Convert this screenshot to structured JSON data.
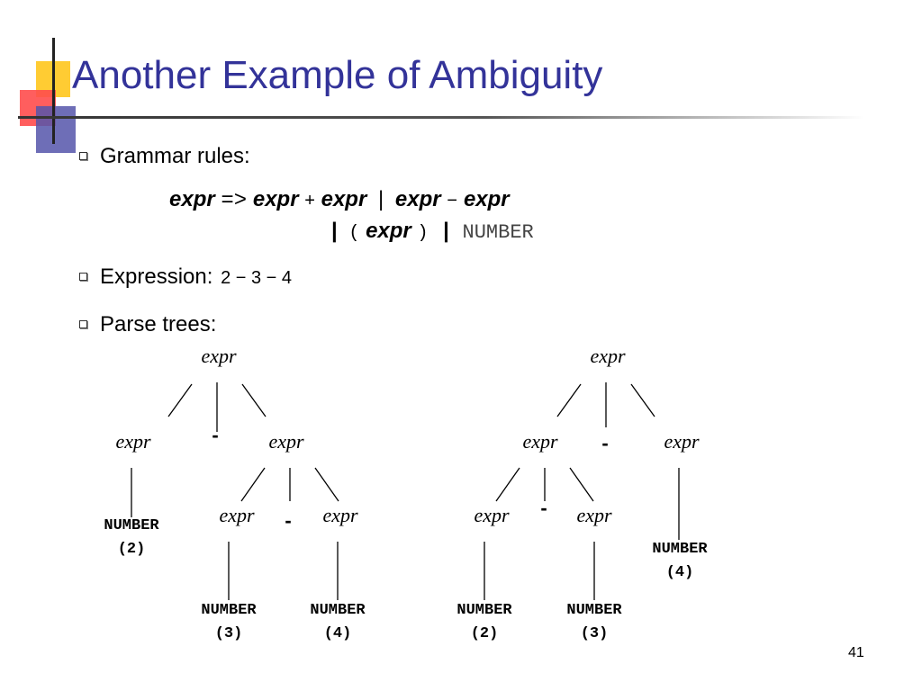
{
  "slide": {
    "title": "Another Example of Ambiguity",
    "page_number": "41"
  },
  "bullets": [
    {
      "label": "Grammar rules:"
    },
    {
      "label": "Expression:",
      "value": "2 − 3 − 4"
    },
    {
      "label": "Parse trees:"
    }
  ],
  "grammar": {
    "lhs": "expr",
    "arrow": "=>",
    "rhs1": "expr",
    "plus": "+",
    "rhs2": "expr",
    "bar1": "|",
    "rhs3": "expr",
    "minus": "−",
    "rhs4": "expr",
    "bar2": "|",
    "lparen": "(",
    "rhs5": "expr",
    "rparen": ")",
    "bar3": "|",
    "number": "NUMBER"
  },
  "colors": {
    "title": "#333399",
    "logo_yellow": "#FFCC33",
    "logo_red": "#FF3333",
    "logo_blue": "#333399"
  },
  "trees": [
    {
      "name": "left-parse-tree",
      "nodes": [
        {
          "id": "l0",
          "text": "expr",
          "kind": "expr"
        },
        {
          "id": "l1",
          "text": "expr",
          "kind": "expr"
        },
        {
          "id": "l2",
          "text": "-",
          "kind": "minus"
        },
        {
          "id": "l3",
          "text": "expr",
          "kind": "expr"
        },
        {
          "id": "l4",
          "text": "NUMBER",
          "kind": "num"
        },
        {
          "id": "l4v",
          "text": "(2)",
          "kind": "num"
        },
        {
          "id": "l5",
          "text": "expr",
          "kind": "expr"
        },
        {
          "id": "l6",
          "text": "-",
          "kind": "minus"
        },
        {
          "id": "l7",
          "text": "expr",
          "kind": "expr"
        },
        {
          "id": "l8",
          "text": "NUMBER",
          "kind": "num"
        },
        {
          "id": "l8v",
          "text": "(3)",
          "kind": "num"
        },
        {
          "id": "l9",
          "text": "NUMBER",
          "kind": "num"
        },
        {
          "id": "l9v",
          "text": "(4)",
          "kind": "num"
        }
      ]
    },
    {
      "name": "right-parse-tree",
      "nodes": [
        {
          "id": "r0",
          "text": "expr",
          "kind": "expr"
        },
        {
          "id": "r1",
          "text": "expr",
          "kind": "expr"
        },
        {
          "id": "r2",
          "text": "-",
          "kind": "minus"
        },
        {
          "id": "r3",
          "text": "expr",
          "kind": "expr"
        },
        {
          "id": "r4",
          "text": "expr",
          "kind": "expr"
        },
        {
          "id": "r5",
          "text": "-",
          "kind": "minus"
        },
        {
          "id": "r6",
          "text": "expr",
          "kind": "expr"
        },
        {
          "id": "r7",
          "text": "NUMBER",
          "kind": "num"
        },
        {
          "id": "r7v",
          "text": "(4)",
          "kind": "num"
        },
        {
          "id": "r8",
          "text": "NUMBER",
          "kind": "num"
        },
        {
          "id": "r8v",
          "text": "(2)",
          "kind": "num"
        },
        {
          "id": "r9",
          "text": "NUMBER",
          "kind": "num"
        },
        {
          "id": "r9v",
          "text": "(3)",
          "kind": "num"
        }
      ]
    }
  ]
}
